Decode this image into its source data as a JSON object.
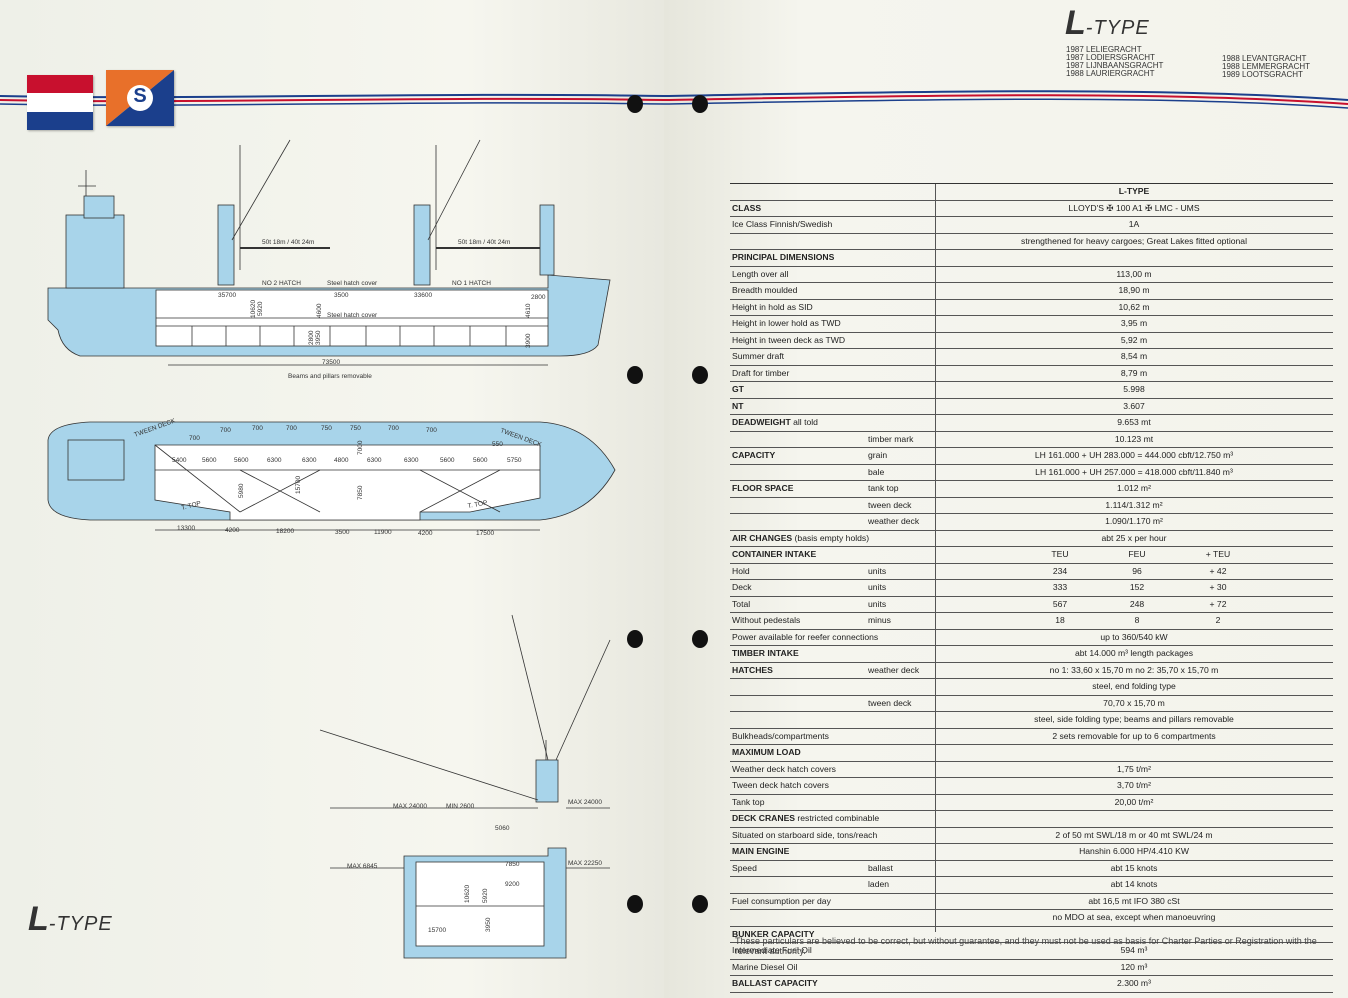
{
  "header": {
    "title_big": "L",
    "title_rest": "-TYPE",
    "ships_left": [
      "1987 LELIEGRACHT",
      "1987 LODIERSGRACHT",
      "1987 LIJNBAANSGRACHT",
      "1988 LAURIERGRACHT"
    ],
    "ships_right": [
      "1988 LEVANTGRACHT",
      "1988 LEMMERGRACHT",
      "1989 LOOTSGRACHT"
    ]
  },
  "logo": {
    "letter": "S"
  },
  "footer_title": {
    "big": "L",
    "rest": "-TYPE"
  },
  "colors": {
    "hull": "#a8d4ea",
    "red": "#c8102e",
    "blue": "#1b3f8c",
    "orange": "#e8702a",
    "line": "#333333"
  },
  "drawings": {
    "profile": {
      "crane_aft": "50t 18m / 40t 24m",
      "crane_fwd": "50t 18m / 40t 24m",
      "hatch2": "NO 2 HATCH",
      "hatch1": "NO 1 HATCH",
      "cover_top": "Steel hatch cover",
      "cover_tween": "Steel hatch cover",
      "d35700": "35700",
      "d3500": "3500",
      "d33600": "33600",
      "d2800": "2800",
      "d10620": "10620",
      "d5920": "5920",
      "d4600": "4600",
      "d2800b": "2800",
      "d3950": "3950",
      "d4610": "4610",
      "d3900": "3900",
      "d73500": "73500",
      "beams": "Beams and pillars removable"
    },
    "plan": {
      "tween_aft": "TWEEN DECK",
      "tween_fwd": "TWEEN DECK",
      "top_widths": [
        "700",
        "700",
        "700",
        "700",
        "750",
        "750",
        "700",
        "700",
        "550"
      ],
      "bay_widths": [
        "5400",
        "5600",
        "5600",
        "6300",
        "6300",
        "4800",
        "6300",
        "6300",
        "5600",
        "5600",
        "5750"
      ],
      "v5980": "5980",
      "v15700": "15700",
      "v7850": "7850",
      "v7000": "7000",
      "ttop_aft": "T. TOP",
      "ttop_fwd": "T. TOP",
      "bottom_dims": [
        "13300",
        "4200",
        "18200",
        "3500",
        "11900",
        "4200",
        "17500"
      ]
    },
    "section": {
      "max24000": "MAX 24000",
      "min2600": "MIN 2600",
      "max24000r": "MAX 24000",
      "d5060": "5060",
      "max6845": "MAX 6845",
      "d7850": "7850",
      "max22250": "MAX 22250",
      "d9200": "9200",
      "d10620": "10620",
      "d5920": "5920",
      "d15700": "15700",
      "d3950": "3950"
    }
  },
  "spec": {
    "header": "L-TYPE",
    "class_label": "CLASS",
    "class_value": "LLOYD'S ✠ 100 A1 ✠ LMC - UMS",
    "ice_label": "Ice Class Finnish/Swedish",
    "ice_value": "1A",
    "strengthened": "strengthened for heavy cargoes; Great Lakes fitted optional",
    "principal": "PRINCIPAL DIMENSIONS",
    "loa_label": "Length over all",
    "loa": "113,00 m",
    "breadth_label": "Breadth moulded",
    "breadth": "18,90 m",
    "hhold_label": "Height in hold as SID",
    "hhold": "10,62 m",
    "hlower_label": "Height in lower hold as TWD",
    "hlower": "3,95 m",
    "htween_label": "Height in tween deck as TWD",
    "htween": "5,92 m",
    "summer_label": "Summer draft",
    "summer": "8,54 m",
    "timberdraft_label": "Draft for timber",
    "timberdraft": "8,79 m",
    "gt_label": "GT",
    "gt": "5.998",
    "nt_label": "NT",
    "nt": "3.607",
    "dwt_label": "DEADWEIGHT",
    "dwt_label2": " all told",
    "dwt": "9.653 mt",
    "timber_mark_label": "timber mark",
    "timber_mark": "10.123 mt",
    "capacity_label": "CAPACITY",
    "grain_label": "grain",
    "grain": "LH 161.000 + UH 283.000 = 444.000 cbft/12.750 m³",
    "bale_label": "bale",
    "bale": "LH 161.000 + UH 257.000 = 418.000 cbft/11.840 m³",
    "floor_label": "FLOOR SPACE",
    "tanktop_label": "tank top",
    "tanktop": "1.012 m²",
    "tween_label": "tween deck",
    "tween": "1.114/1.312 m²",
    "weather_label": "weather deck",
    "weather": "1.090/1.170 m²",
    "air_label": "AIR CHANGES",
    "air_label2": " (basis empty holds)",
    "air": "abt 25 x per hour",
    "container_label": "CONTAINER INTAKE",
    "teu": "TEU",
    "feu": "FEU",
    "plus_teu": "+ TEU",
    "rows": [
      {
        "label": "Hold",
        "unit": "units",
        "teu": "234",
        "feu": "96",
        "plus": "+ 42"
      },
      {
        "label": "Deck",
        "unit": "units",
        "teu": "333",
        "feu": "152",
        "plus": "+ 30"
      },
      {
        "label": "Total",
        "unit": "units",
        "teu": "567",
        "feu": "248",
        "plus": "+ 72"
      },
      {
        "label": "Without pedestals",
        "unit": "minus",
        "teu": "18",
        "feu": "8",
        "plus": "2"
      }
    ],
    "reefer_label": "Power available for reefer connections",
    "reefer": "up to 360/540 kW",
    "timber_label": "TIMBER INTAKE",
    "timber": "abt 14.000 m³ length packages",
    "hatches_label": "HATCHES",
    "hw_label": "weather deck",
    "hw": "no 1: 33,60 x 15,70 m   no 2: 35,70 x 15,70 m",
    "hw2": "steel, end folding type",
    "ht_label": "tween deck",
    "ht": "70,70 x 15,70 m",
    "ht2": "steel, side folding type; beams and pillars removable",
    "bulk_label": "Bulkheads/compartments",
    "bulk": "2 sets removable for up to 6 compartments",
    "maxload_label": "MAXIMUM LOAD",
    "wdhc_label": "Weather deck hatch covers",
    "wdhc": "1,75 t/m²",
    "tdhc_label": "Tween deck hatch covers",
    "tdhc": "3,70 t/m²",
    "tt_label": "Tank top",
    "tt": "20,00 t/m²",
    "cranes_label": "DECK CRANES",
    "cranes_label2": " restricted combinable",
    "starboard_label": "Situated on starboard side, tons/reach",
    "starboard": "2 of 50 mt SWL/18 m or 40 mt SWL/24 m",
    "engine_label": "MAIN ENGINE",
    "engine": "Hanshin 6.000 HP/4.410 KW",
    "speed_label": "Speed",
    "ballast_label": "ballast",
    "ballast": "abt 15 knots",
    "laden_label": "laden",
    "laden": "abt 14 knots",
    "fuel_label": "Fuel consumption per day",
    "fuel": "abt 16,5 mt IFO 380 cSt",
    "fuel2": "no MDO at sea, except when manoeuvring",
    "bunker_label": "BUNKER CAPACITY",
    "ifo_label": "Intermediate Fuel Oil",
    "ifo": "594 m³",
    "mdo_label": "Marine Diesel Oil",
    "mdo": "120 m³",
    "ballastcap_label": "BALLAST CAPACITY",
    "ballastcap": "2.300 m³"
  },
  "footnote": "These particulars are believed to be correct, but without guarantee, and they must not be used as basis for Charter Parties or Registration with the relevant authority."
}
